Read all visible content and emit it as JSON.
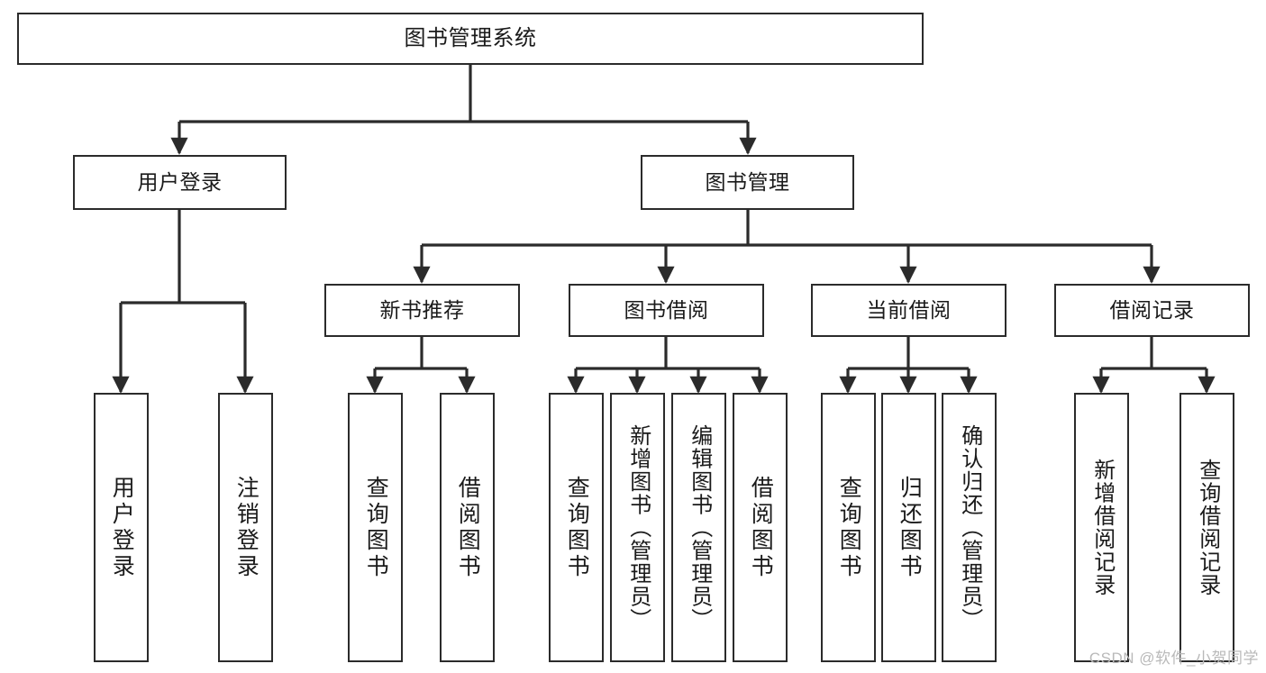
{
  "diagram": {
    "title": "图书管理系统",
    "type": "功能结构图",
    "watermark": "CSDN @软件_小贺同学",
    "colors": {
      "box_border": "#2b2b2b",
      "box_fill": "#ffffff",
      "edge": "#2b2b2b",
      "text": "#1a1a1a",
      "watermark": "#b9b9b9",
      "background": "#ffffff"
    }
  },
  "nodes": {
    "root": {
      "label": "图书管理系统",
      "level": 0,
      "orientation": "horizontal"
    },
    "user_login": {
      "label": "用户登录",
      "level": 1,
      "orientation": "horizontal"
    },
    "book_manage": {
      "label": "图书管理",
      "level": 1,
      "orientation": "horizontal"
    },
    "new_book_rec": {
      "label": "新书推荐",
      "level": 2,
      "orientation": "horizontal"
    },
    "book_borrow": {
      "label": "图书借阅",
      "level": 2,
      "orientation": "horizontal"
    },
    "current_borrow": {
      "label": "当前借阅",
      "level": 2,
      "orientation": "horizontal"
    },
    "borrow_record": {
      "label": "借阅记录",
      "level": 2,
      "orientation": "horizontal"
    },
    "leaf_user_login": {
      "label": "用户登录",
      "level": 3,
      "orientation": "vertical"
    },
    "leaf_logout": {
      "label": "注销登录",
      "level": 3,
      "orientation": "vertical"
    },
    "leaf_query_book_1": {
      "label": "查询图书",
      "level": 3,
      "orientation": "vertical"
    },
    "leaf_borrow_book_1": {
      "label": "借阅图书",
      "level": 3,
      "orientation": "vertical"
    },
    "leaf_query_book_2": {
      "label": "查询图书",
      "level": 3,
      "orientation": "vertical"
    },
    "leaf_add_book": {
      "label": "新增图书（管理员）",
      "level": 3,
      "orientation": "vertical"
    },
    "leaf_edit_book": {
      "label": "编辑图书（管理员）",
      "level": 3,
      "orientation": "vertical"
    },
    "leaf_borrow_book_2": {
      "label": "借阅图书",
      "level": 3,
      "orientation": "vertical"
    },
    "leaf_query_book_3": {
      "label": "查询图书",
      "level": 3,
      "orientation": "vertical"
    },
    "leaf_return_book": {
      "label": "归还图书",
      "level": 3,
      "orientation": "vertical"
    },
    "leaf_confirm_return": {
      "label": "确认归还（管理员）",
      "level": 3,
      "orientation": "vertical"
    },
    "leaf_add_record": {
      "label": "新增借阅记录",
      "level": 3,
      "orientation": "vertical"
    },
    "leaf_query_record": {
      "label": "查询借阅记录",
      "level": 3,
      "orientation": "vertical"
    }
  },
  "hierarchy": [
    {
      "parent": "root",
      "children": [
        "user_login",
        "book_manage"
      ]
    },
    {
      "parent": "user_login",
      "children": [
        "leaf_user_login",
        "leaf_logout"
      ]
    },
    {
      "parent": "book_manage",
      "children": [
        "new_book_rec",
        "book_borrow",
        "current_borrow",
        "borrow_record"
      ]
    },
    {
      "parent": "new_book_rec",
      "children": [
        "leaf_query_book_1",
        "leaf_borrow_book_1"
      ]
    },
    {
      "parent": "book_borrow",
      "children": [
        "leaf_query_book_2",
        "leaf_add_book",
        "leaf_edit_book",
        "leaf_borrow_book_2"
      ]
    },
    {
      "parent": "current_borrow",
      "children": [
        "leaf_query_book_3",
        "leaf_return_book",
        "leaf_confirm_return"
      ]
    },
    {
      "parent": "borrow_record",
      "children": [
        "leaf_add_record",
        "leaf_query_record"
      ]
    }
  ]
}
